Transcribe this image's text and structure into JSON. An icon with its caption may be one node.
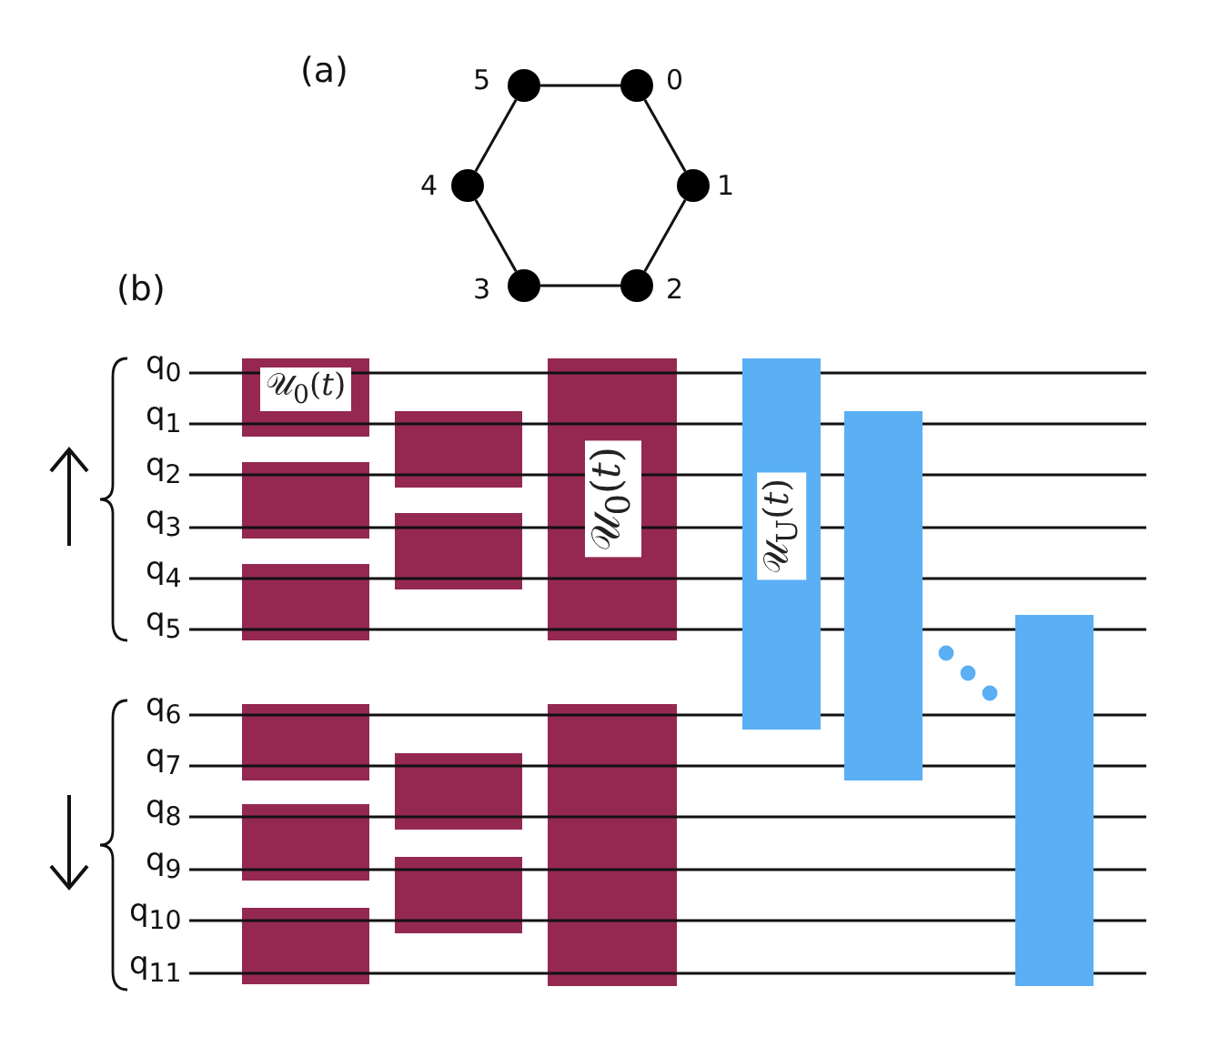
{
  "diagram": {
    "nodes": [
      {
        "text": [],
        "shape": "circle",
        "beside": [
          "5"
        ]
      },
      {
        "text": [],
        "shape": "circle",
        "beside": [
          "0"
        ]
      },
      {
        "text": [],
        "shape": "circle",
        "beside": [
          "4"
        ]
      },
      {
        "text": [],
        "shape": "circle",
        "beside": [
          "1"
        ]
      },
      {
        "text": [],
        "shape": "circle",
        "beside": [
          "3"
        ]
      },
      {
        "text": [],
        "shape": "circle",
        "beside": [
          "2"
        ]
      },
      {
        "text": [
          "𝒰$_{0}$(*t*)"
        ]
      },
      {
        "text": [],
        "shape": "box"
      },
      {
        "text": [],
        "shape": "box"
      },
      {
        "text": [],
        "shape": "box"
      },
      {
        "text": [],
        "shape": "box"
      },
      {
        "text": [],
        "shape": "box"
      },
      {
        "text": [],
        "shape": "box"
      },
      {
        "text": [],
        "shape": "box"
      },
      {
        "text": [],
        "shape": "box"
      },
      {
        "text": [],
        "shape": "box"
      },
      {
        "text": [
          "𝒰$_{0}$(*t*)"
        ]
      },
      {
        "text": [],
        "shape": "box"
      },
      {
        "text": [
          "𝒰$_{U}$(*t*)"
        ]
      },
      {
        "text": [],
        "shape": "box"
      },
      {
        "text": [],
        "shape": "box"
      }
    ],
    "edges": [
      {
        "from": 0,
        "to": 1,
        "arrow": "none"
      },
      {
        "from": 1,
        "to": 3,
        "arrow": "none"
      },
      {
        "from": 3,
        "to": 5,
        "arrow": "none"
      },
      {
        "from": 5,
        "to": 4,
        "arrow": "none"
      },
      {
        "from": 4,
        "to": 2,
        "arrow": "none"
      },
      {
        "from": 2,
        "to": 0,
        "arrow": "none"
      }
    ],
    "labels": [
      "(a)",
      "(b)",
      "q$_{0}$",
      "q$_{1}$",
      "q$_{2}$",
      "q$_{3}$",
      "q$_{4}$",
      "q$_{5}$",
      "q$_{6}$",
      "q$_{7}$",
      "q$_{8}$",
      "q$_{9}$",
      "q$_{10}$",
      "q$_{11}$"
    ]
  }
}
